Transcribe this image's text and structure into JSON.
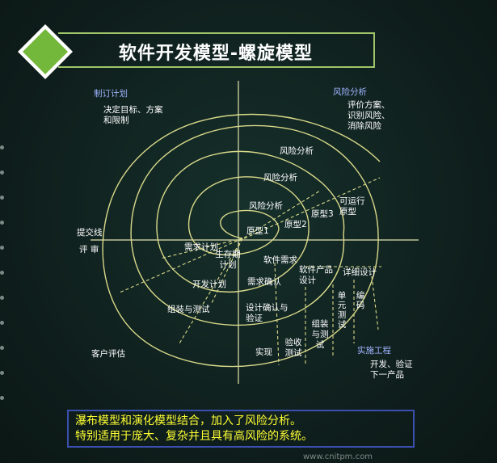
{
  "title": "软件开发模型-螺旋模型",
  "quadrants": {
    "plan": {
      "heading": "制订计划",
      "text": "决定目标、方案和限制"
    },
    "risk": {
      "heading": "风险分析",
      "text": "评价方案、识别风险、消除风险"
    },
    "engineering": {
      "heading": "实施工程",
      "text": "开发、验证下一产品"
    },
    "customer": {
      "heading": "客户评估"
    }
  },
  "axis_labels": {
    "commit_line": "提交线",
    "review": "评 审"
  },
  "labels": {
    "risk1": "风险分析",
    "risk2": "风险分析",
    "risk3": "风险分析",
    "runnable_proto": "可运行原型",
    "proto1": "原型1",
    "proto2": "原型2",
    "proto3": "原型3",
    "req_plan": "需求计划",
    "life_cycle": "生存期计划",
    "software_req": "软件需求",
    "dev_plan": "开发计划",
    "req_confirm": "需求确认",
    "product_design": "软件产品设计",
    "detailed_design": "详细设计",
    "integration_test": "组装与测试",
    "design_confirm": "设计确认与验证",
    "code": "编码",
    "unit_test": "单元测试",
    "assembly_test": "组装与测试",
    "acceptance_test": "验收测试",
    "implement": "实现"
  },
  "note": {
    "line1": "瀑布模型和演化模型结合，加入了风险分析。",
    "line2": "特别适用于庞大、复杂并且具有高风险的系统。"
  },
  "watermark": "www.cnitpm.com",
  "colors": {
    "accent_green": "#9fc56a",
    "spiral": "#d9d98a",
    "note_text": "#ffff33",
    "note_border": "#3b4fb0"
  }
}
